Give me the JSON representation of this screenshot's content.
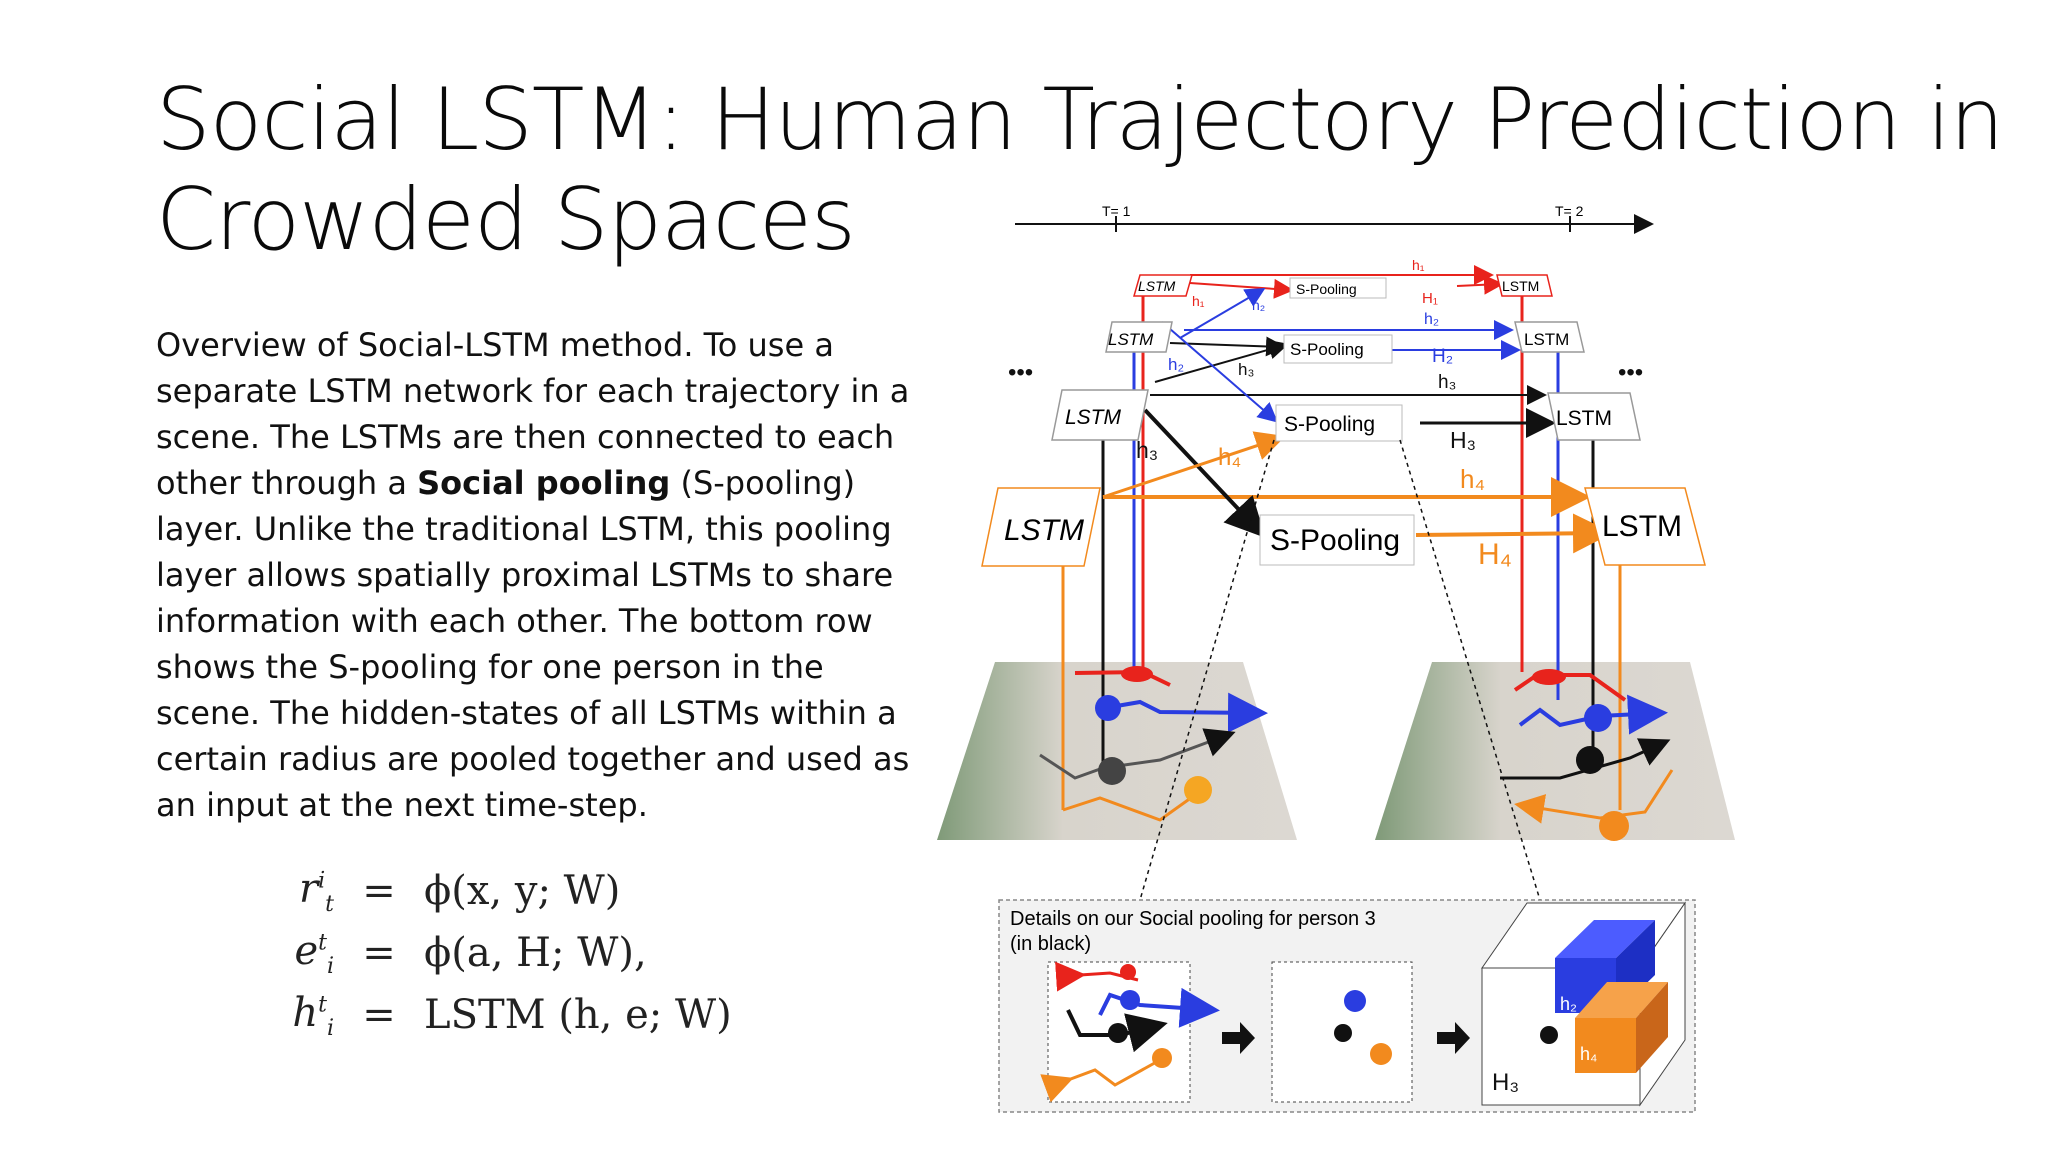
{
  "slide": {
    "title_line1": "Social LSTM: Human Trajectory Prediction in",
    "title_line2": "Crowded Spaces",
    "desc_part1": "Overview of Social-LSTM method. To use a separate LSTM network for each trajectory in a scene. The LSTMs are then connected to each other through a ",
    "desc_bold": "Social pooling",
    "desc_part2": " (S-pooling) layer. Unlike the traditional LSTM, this pooling layer allows spatially proximal LSTMs to share information with each other. The bottom row shows the S-pooling for one person in the scene. The hidden-states of all LSTMs within a certain radius are pooled together and used as an input at the next time-step."
  },
  "equations": {
    "eq1_lhs": "r",
    "eq1_lhs_sup": "i",
    "eq1_lhs_sub": "t",
    "eq1_rhs": "ϕ(x, y; W)",
    "eq2_lhs": "e",
    "eq2_lhs_sup": "t",
    "eq2_lhs_sub": "i",
    "eq2_rhs": "ϕ(a, H; W),",
    "eq3_lhs": "h",
    "eq3_lhs_sup": "t",
    "eq3_lhs_sub": "i",
    "eq3_rhs": "LSTM (h, e; W)",
    "equals": "="
  },
  "figure": {
    "t1": "T= 1",
    "t2": "T= 2",
    "lstm": "LSTM",
    "spool": "S-Pooling",
    "h1": "h₁",
    "h2": "h₂",
    "h3": "h₃",
    "h4": "h₄",
    "H1": "H₁",
    "H2": "H₂",
    "H3": "H₃",
    "H4": "H₄",
    "ellipsis": "•••",
    "details_line1": "Details on our Social pooling for person 3",
    "details_line2": "(in black)",
    "cube_h2": "h₂",
    "cube_h4": "h₄",
    "cube_H3": "H₃",
    "colors": {
      "red": "#e8231c",
      "blue": "#2a3de0",
      "black": "#111111",
      "orange": "#f28a1e"
    }
  }
}
